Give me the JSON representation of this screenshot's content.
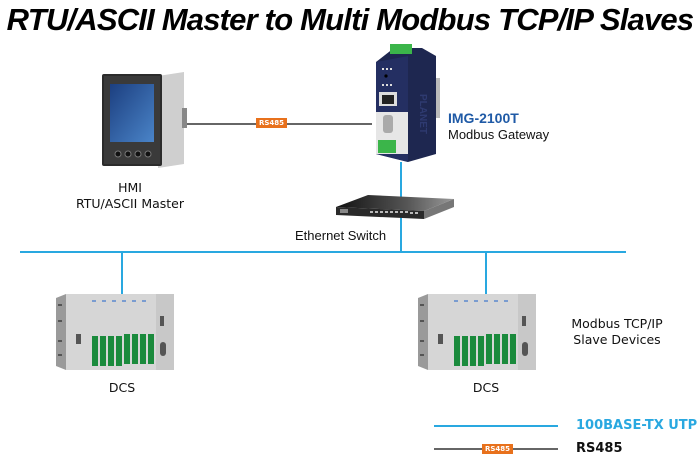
{
  "title": "RTU/ASCII Master to Multi Modbus TCP/IP Slaves",
  "colors": {
    "ethernet_line": "#29a8e0",
    "rs485_line": "#666666",
    "rs485_tag": "#e8711c",
    "model_text": "#1f5aa6"
  },
  "nodes": {
    "hmi": {
      "icon": "hmi-panel-icon",
      "label_line1": "HMI",
      "label_line2": "RTU/ASCII Master"
    },
    "gateway": {
      "icon": "gateway-device-icon",
      "model": "IMG-2100T",
      "description": "Modbus Gateway",
      "brand": "PLANET"
    },
    "switch": {
      "icon": "ethernet-switch-icon",
      "label": "Ethernet Switch"
    },
    "dcs_left": {
      "icon": "dcs-rack-icon",
      "label": "DCS"
    },
    "dcs_right": {
      "icon": "dcs-rack-icon",
      "label": "DCS"
    },
    "slave_group": {
      "label_line1": "Modbus TCP/IP",
      "label_line2": "Slave Devices"
    }
  },
  "links": {
    "hmi_gateway_tag": "RS485"
  },
  "legend": {
    "items": [
      {
        "label": "100BASE-TX UTP",
        "type": "ethernet"
      },
      {
        "label": "RS485",
        "type": "rs485",
        "tag": "RS485"
      }
    ]
  }
}
